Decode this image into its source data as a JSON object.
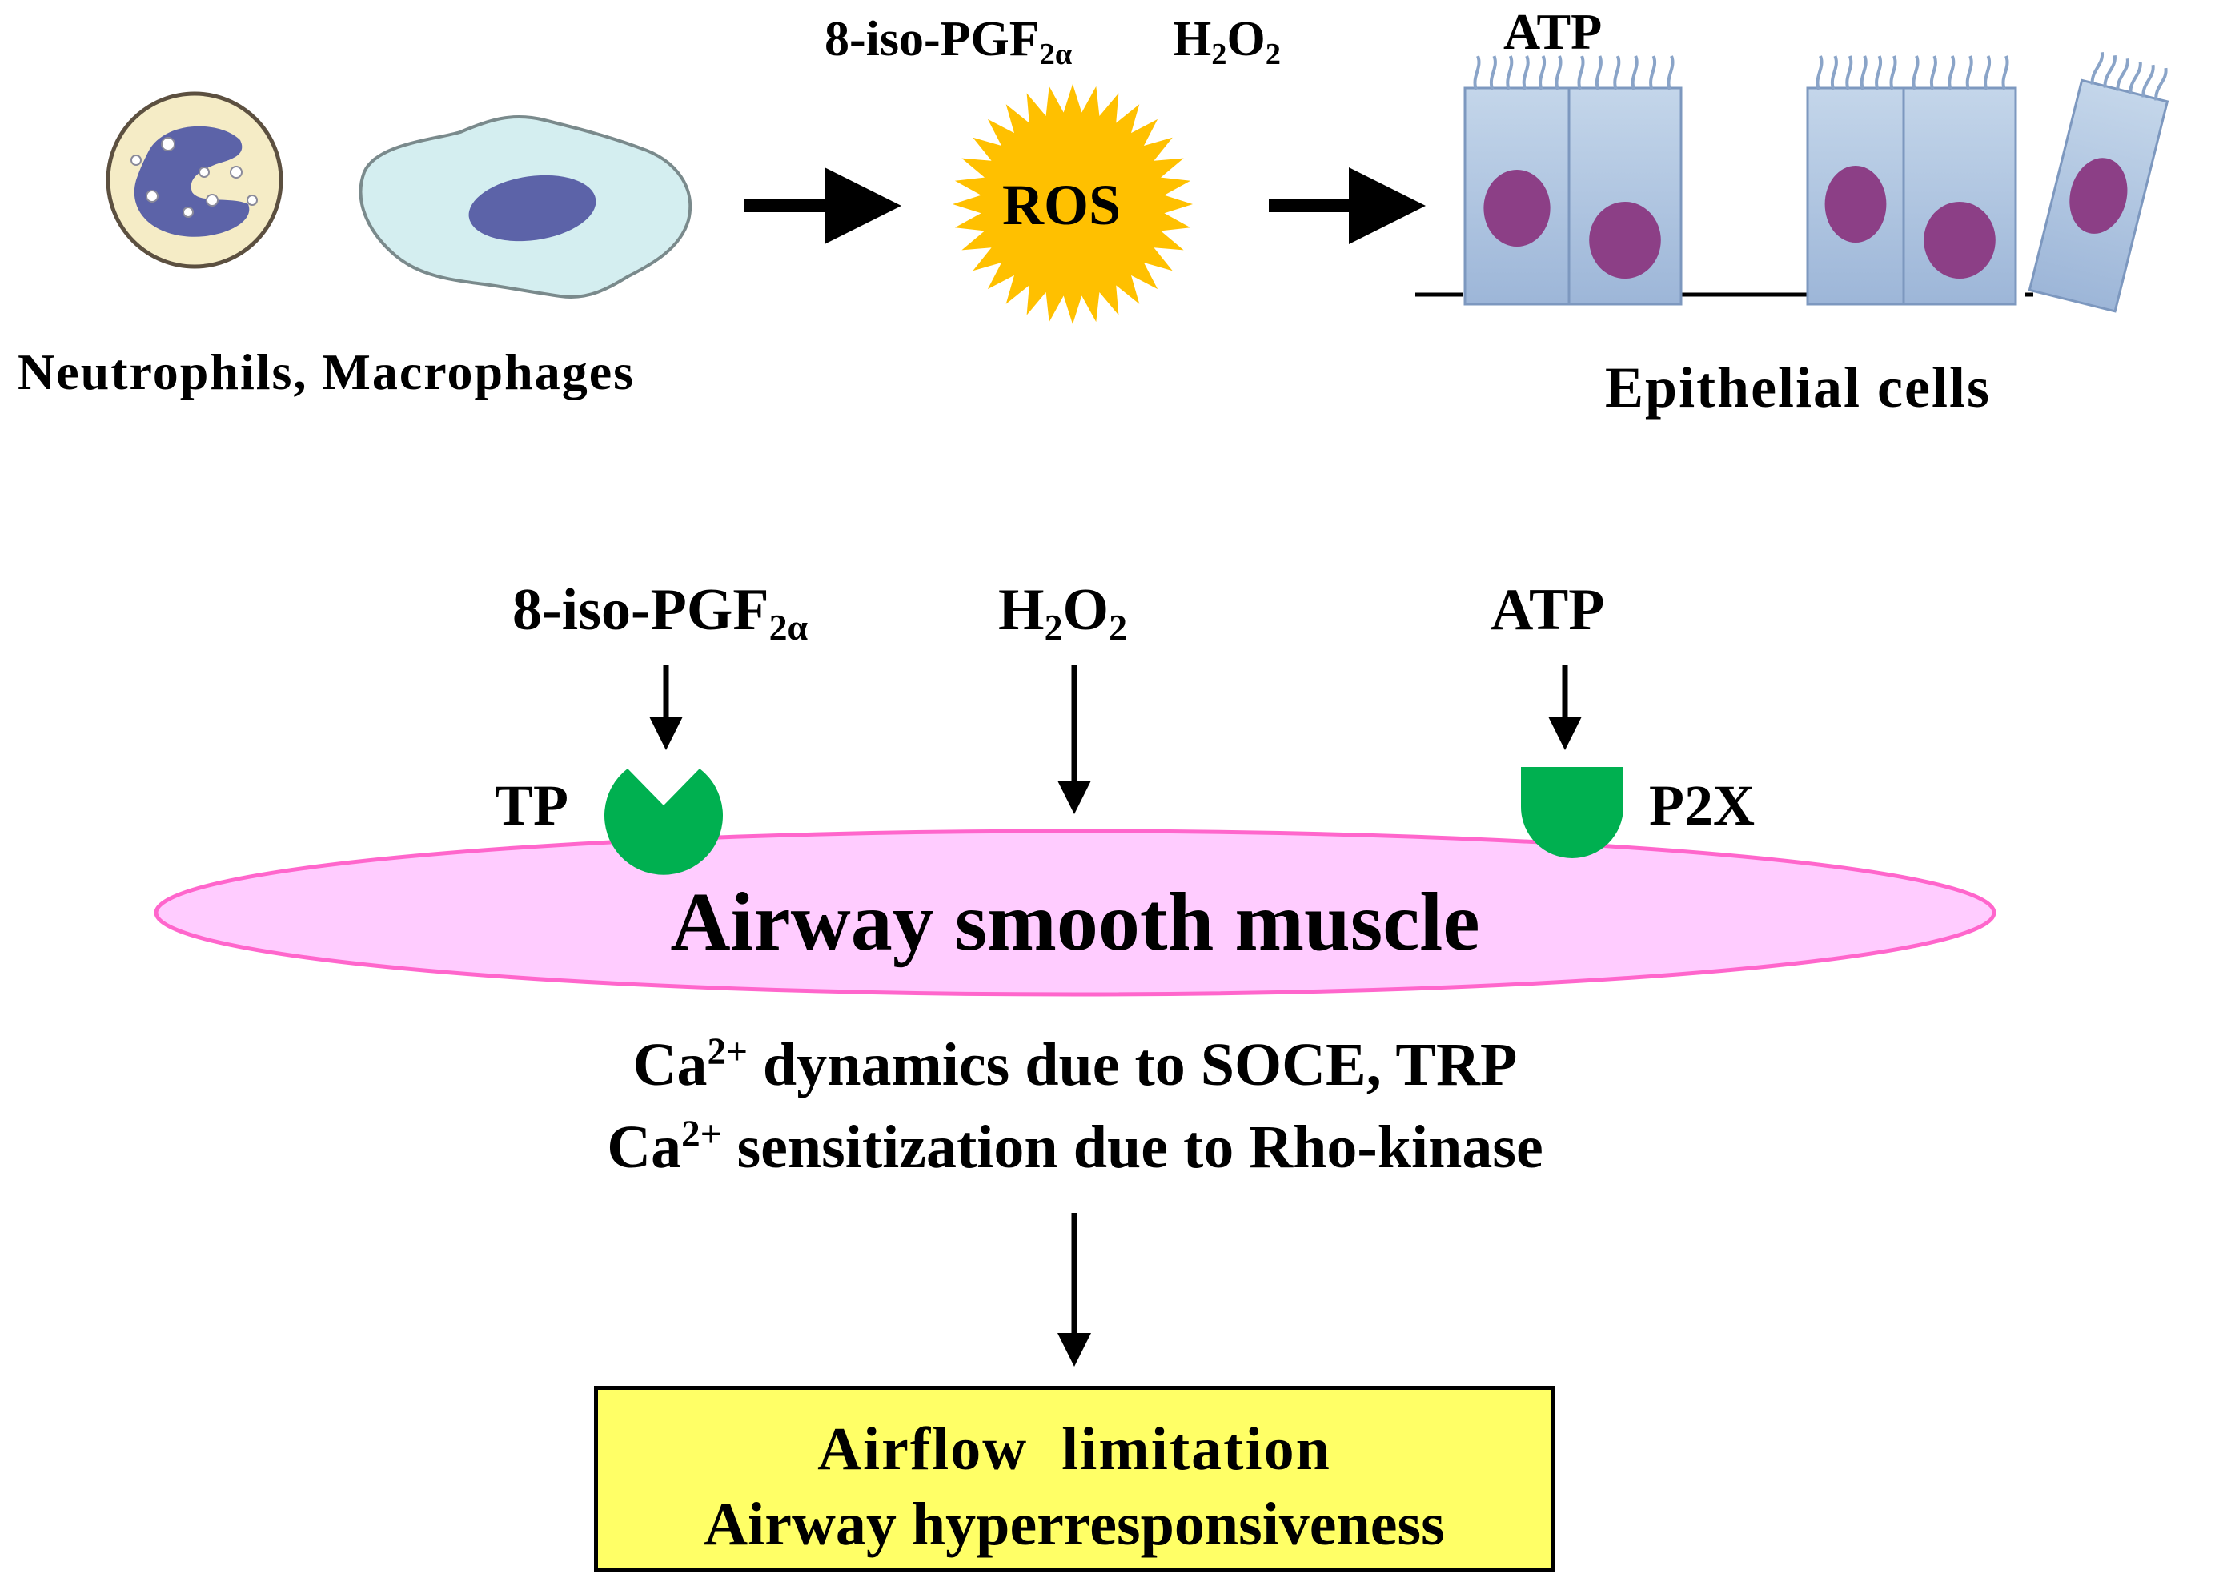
{
  "top": {
    "ros_mediators": {
      "iso": {
        "main": "8-iso-PGF",
        "sub": "2α"
      },
      "h2o2": {
        "a": "H",
        "s1": "2",
        "b": "O",
        "s2": "2"
      }
    },
    "atp": "ATP",
    "ros_label": "ROS",
    "immune_cells_label": "Neutrophils, Macrophages",
    "epithelial_cells_label": "Epithelial cells"
  },
  "bottom": {
    "iso": {
      "main": "8-iso-PGF",
      "sub": "2α"
    },
    "h2o2": {
      "a": "H",
      "s1": "2",
      "b": "O",
      "s2": "2"
    },
    "atp": "ATP",
    "receptor_tp": "TP",
    "receptor_p2x": "P2X",
    "muscle_label": "Airway smooth muscle",
    "mechanisms": [
      {
        "pre": "Ca",
        "sup": "2+",
        "rest": " dynamics due to SOCE, TRP"
      },
      {
        "pre": "Ca",
        "sup": "2+",
        "rest": " sensitization due to Rho-kinase"
      }
    ],
    "outcome": [
      "Airflow  limitation",
      "Airway hyperresponsiveness"
    ]
  },
  "colors": {
    "neutrophil_fill": "#f5ecc6",
    "nucleus": "#5c63a8",
    "macrophage_fill": "#d4eef0",
    "ros_star": "#ffc000",
    "epithelial_cell": "#a9c1de",
    "epithelial_nucleus": "#8c3f86",
    "receptor": "#00b050",
    "muscle_fill": "#ffccff",
    "muscle_stroke": "#ff66cc",
    "outcome_fill": "#ffff66"
  }
}
